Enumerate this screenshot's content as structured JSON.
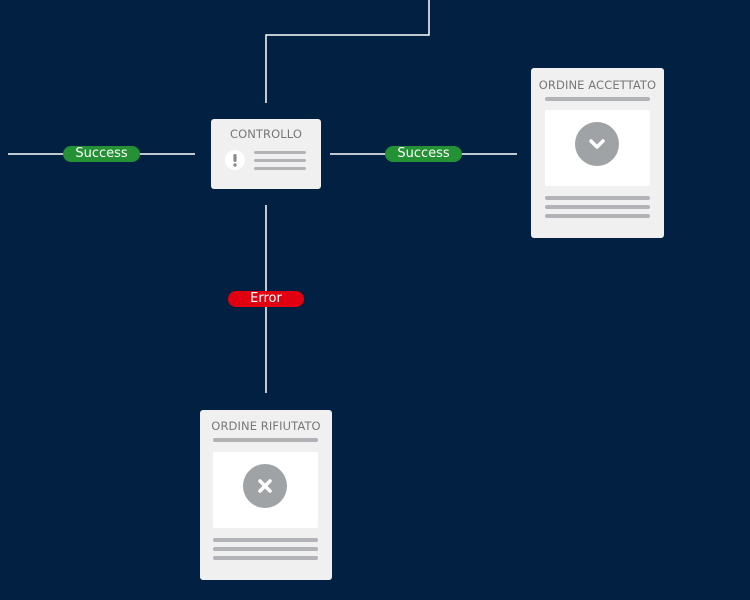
{
  "nodes": {
    "check": {
      "title": "CONTROLLO",
      "icon": "exclamation-icon"
    },
    "accepted": {
      "title": "ORDINE ACCETTATO",
      "icon": "chevron-down-icon"
    },
    "rejected": {
      "title": "ORDINE RIFIUTATO",
      "icon": "close-icon"
    }
  },
  "edges": {
    "incoming": {
      "label": "Success",
      "status": "success"
    },
    "to_accepted": {
      "label": "Success",
      "status": "success"
    },
    "to_rejected": {
      "label": "Error",
      "status": "error"
    }
  },
  "colors": {
    "background": "#022142",
    "success": "#239134",
    "error": "#e0000f",
    "card": "#f0f0f0",
    "icon": "#a0a3a6"
  }
}
